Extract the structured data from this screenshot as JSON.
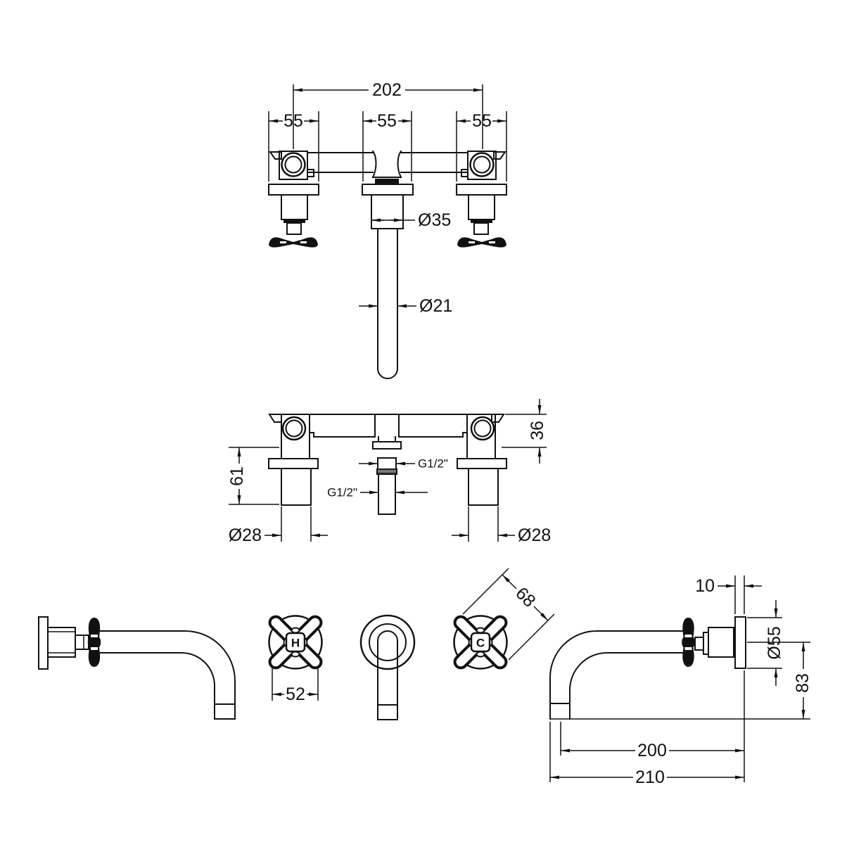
{
  "drawing": {
    "background": "#ffffff",
    "ink": "#111111",
    "views": {
      "top": {
        "dims": {
          "overall": "202",
          "plate_left": "55",
          "plate_center": "55",
          "plate_right": "55",
          "spout_base_dia": "Ø35",
          "spout_tube_dia": "Ø21"
        }
      },
      "front": {
        "dims": {
          "wall_depth": "36",
          "body_exposed": "61",
          "inlet_top": "G1/2\"",
          "inlet_bottom": "G1/2\"",
          "body_dia_left": "Ø28",
          "body_dia_right": "Ø28"
        }
      },
      "handle_front": {
        "hot_letter": "H",
        "width": "52"
      },
      "handle_diagonal": {
        "cold_letter": "C",
        "diagonal_width": "68"
      },
      "spout_side": {
        "plate_thickness": "10",
        "plate_dia": "Ø55",
        "spout_drop": "83",
        "reach_to_outlet_center": "200",
        "reach_overall": "210"
      }
    }
  }
}
